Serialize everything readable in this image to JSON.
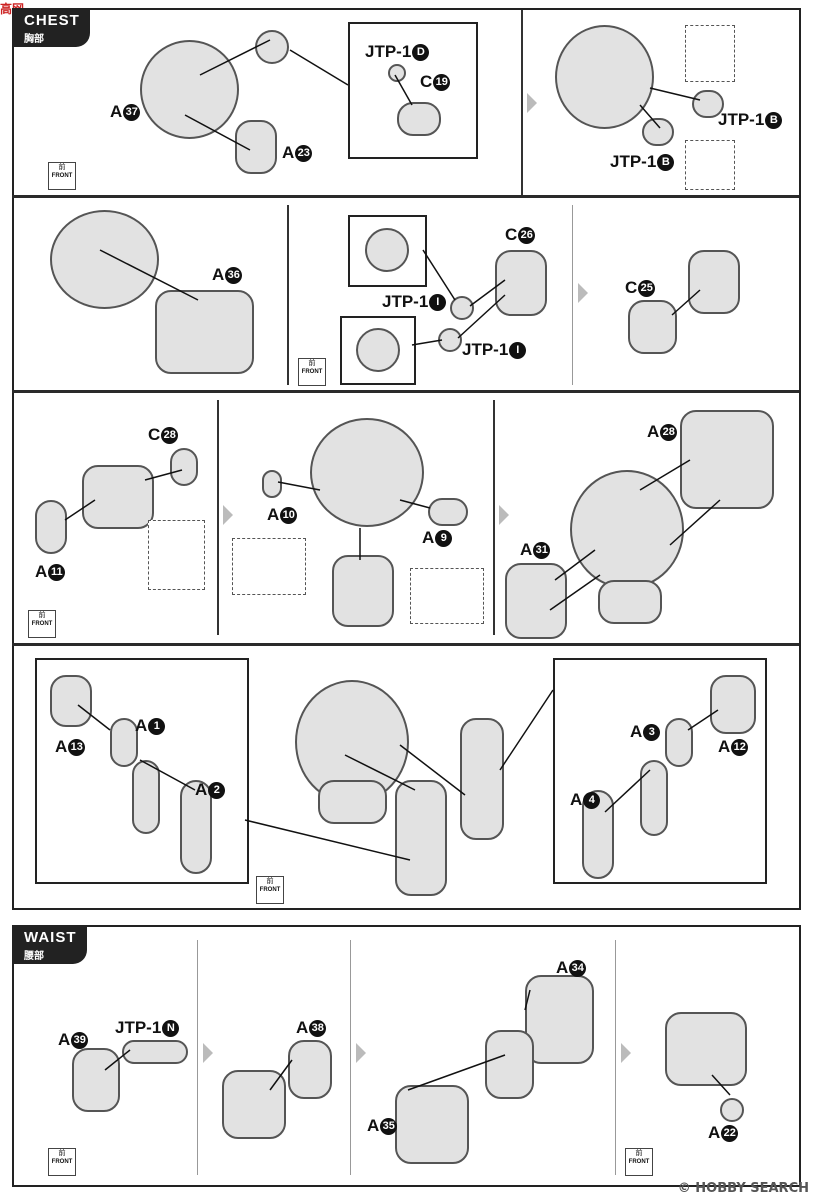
{
  "header": {
    "chest_tab": {
      "en": "CHEST",
      "jp": "胸部"
    },
    "waist_tab": {
      "en": "WAIST",
      "jp": "腰部"
    },
    "site_logo": "高网"
  },
  "front_badge": {
    "jp": "前",
    "en": "FRONT"
  },
  "labels": {
    "a37": {
      "letter": "A",
      "num": "37"
    },
    "a23": {
      "letter": "A",
      "num": "23"
    },
    "jtp1d": {
      "letter": "JTP-1",
      "num": "D"
    },
    "c19": {
      "letter": "C",
      "num": "19"
    },
    "jtp1b_top": {
      "letter": "JTP-1",
      "num": "B"
    },
    "jtp1b_bot": {
      "letter": "JTP-1",
      "num": "B"
    },
    "a36": {
      "letter": "A",
      "num": "36"
    },
    "c26": {
      "letter": "C",
      "num": "26"
    },
    "jtp1i_top": {
      "letter": "JTP-1",
      "num": "I"
    },
    "jtp1i_bot": {
      "letter": "JTP-1",
      "num": "I"
    },
    "c25": {
      "letter": "C",
      "num": "25"
    },
    "c28": {
      "letter": "C",
      "num": "28"
    },
    "a11": {
      "letter": "A",
      "num": "11"
    },
    "a10": {
      "letter": "A",
      "num": "10"
    },
    "a9": {
      "letter": "A",
      "num": "9"
    },
    "a28": {
      "letter": "A",
      "num": "28"
    },
    "a31": {
      "letter": "A",
      "num": "31"
    },
    "a13": {
      "letter": "A",
      "num": "13"
    },
    "a1": {
      "letter": "A",
      "num": "1"
    },
    "a2": {
      "letter": "A",
      "num": "2"
    },
    "a3": {
      "letter": "A",
      "num": "3"
    },
    "a12": {
      "letter": "A",
      "num": "12"
    },
    "a4": {
      "letter": "A",
      "num": "4"
    },
    "a39": {
      "letter": "A",
      "num": "39"
    },
    "jtp1n": {
      "letter": "JTP-1",
      "num": "N"
    },
    "a38": {
      "letter": "A",
      "num": "38"
    },
    "a34": {
      "letter": "A",
      "num": "34"
    },
    "a35": {
      "letter": "A",
      "num": "35"
    },
    "a22": {
      "letter": "A",
      "num": "22"
    }
  },
  "watermark": "© HOBBY SEARCH",
  "colors": {
    "frame": "#222222",
    "part_fill": "#e2e2e2",
    "part_stroke": "#555555",
    "step_arrow": "#bbbbbb"
  }
}
